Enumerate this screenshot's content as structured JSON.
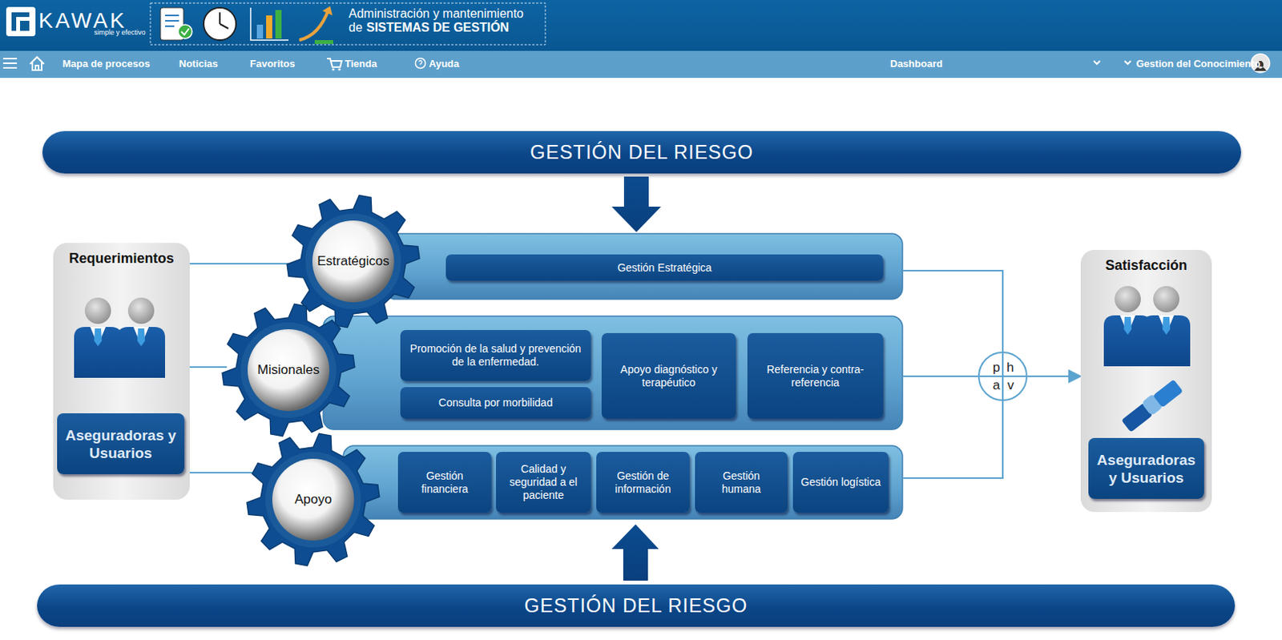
{
  "diagram": {
    "nodes": [
      {
        "text": [
          "GESTIÓN DEL RIESGO"
        ]
      },
      {
        "text": [
          "Requerimientos"
        ]
      },
      {
        "text": [
          "Aseguradoras y Usuarios"
        ],
        "in": 1
      },
      {
        "text": [
          "Estratégicos"
        ]
      },
      {
        "text": [
          "Gestión Estratégica"
        ]
      },
      {
        "text": [
          "Misionales"
        ]
      },
      {
        "text": [
          "Promoción de la salud y prevención de la enfermedad."
        ]
      },
      {
        "text": [
          "Consulta por morbilidad"
        ]
      },
      {
        "text": [
          "Apoyo diagnóstico y terapéutico"
        ]
      },
      {
        "text": [
          "Referencia y contra-referencia"
        ]
      },
      {
        "text": [
          "Apoyo"
        ]
      },
      {
        "text": [
          "Gestión financiera"
        ]
      },
      {
        "text": [
          "Calidad y seguridad a el paciente"
        ]
      },
      {
        "text": [
          "Gestión de información"
        ]
      },
      {
        "text": [
          "Gestión humana"
        ]
      },
      {
        "text": [
          "Gestión logística"
        ]
      },
      {
        "text": [
          "p",
          "h",
          "a",
          "v"
        ]
      },
      {
        "text": [
          "Satisfacción"
        ]
      },
      {
        "text": [
          "Aseguradoras y Usuarios"
        ],
        "in": 17
      },
      {
        "text": [
          "GESTIÓN DEL RIESGO"
        ]
      }
    ],
    "edges": [
      {
        "from": 1,
        "to": 3,
        "arrow": "none"
      },
      {
        "from": 1,
        "to": 5,
        "arrow": "none"
      },
      {
        "from": 1,
        "to": 10,
        "arrow": "none"
      },
      {
        "from": 16,
        "to": 17,
        "arrow": "to"
      }
    ],
    "labels": [
      "KAWAK",
      "simple y efectivo",
      "Administración y mantenimiento",
      "de",
      "SISTEMAS DE GESTIÓN",
      "Mapa de procesos",
      "Noticias",
      "Favoritos",
      "Tienda",
      "Ayuda",
      "Dashboard",
      "Gestion del Conocimiento"
    ]
  }
}
